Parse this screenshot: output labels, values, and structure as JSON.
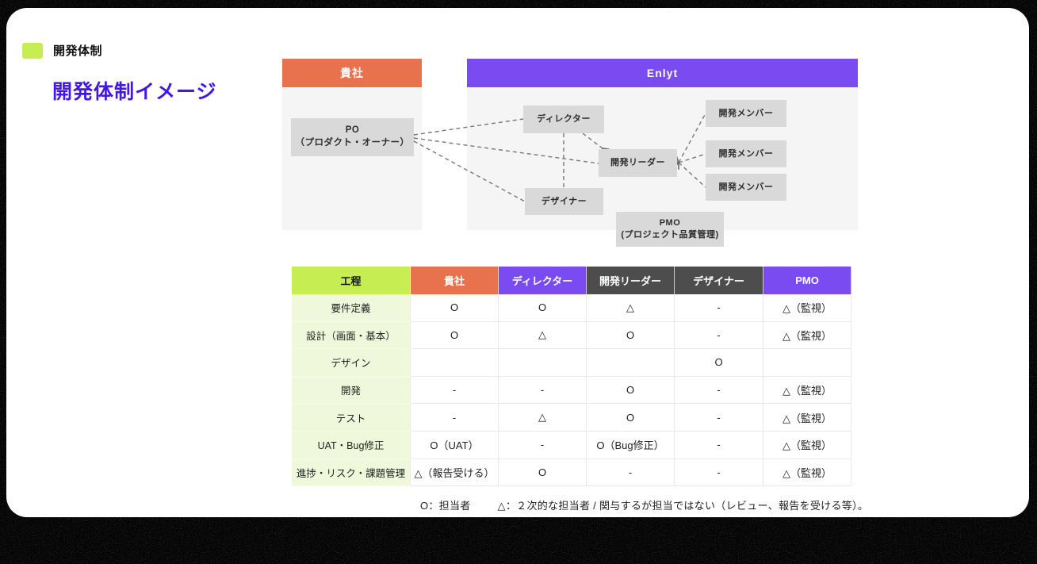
{
  "slide": {
    "eyebrow": "開発体制",
    "title": "開発体制イメージ"
  },
  "diagram": {
    "client_header": "貴社",
    "vendor_header": "Enlyt",
    "po": {
      "line1": "PO",
      "line2": "（プロダクト・オーナー）"
    },
    "director": "ディレクター",
    "dev_leader": "開発リーダー",
    "designer": "デザイナー",
    "dev_member": "開発メンバー",
    "pmo": {
      "line1": "PMO",
      "line2": "(プロジェクト品質管理)"
    }
  },
  "table": {
    "headers": [
      "工程",
      "貴社",
      "ディレクター",
      "開発リーダー",
      "デザイナー",
      "PMO"
    ],
    "header_colors": [
      "#c6ee52",
      "#e8724d",
      "#7a4bf0",
      "#4d4d4d",
      "#4d4d4d",
      "#7a4bf0"
    ],
    "rows": [
      {
        "label": "要件定義",
        "cells": [
          "O",
          "O",
          "△",
          "-",
          "△（監視）"
        ]
      },
      {
        "label": "設計（画面・基本）",
        "cells": [
          "O",
          "△",
          "O",
          "-",
          "△（監視）"
        ]
      },
      {
        "label": "デザイン",
        "cells": [
          "",
          "",
          "",
          "O",
          ""
        ]
      },
      {
        "label": "開発",
        "cells": [
          "-",
          "-",
          "O",
          "-",
          "△（監視）"
        ]
      },
      {
        "label": "テスト",
        "cells": [
          "-",
          "△",
          "O",
          "-",
          "△（監視）"
        ]
      },
      {
        "label": "UAT・Bug修正",
        "cells": [
          "O（UAT）",
          "-",
          "O（Bug修正）",
          "-",
          "△（監視）"
        ]
      },
      {
        "label": "進捗・リスク・課題管理",
        "cells": [
          "△（報告受ける）",
          "O",
          "-",
          "-",
          "△（監視）"
        ]
      }
    ]
  },
  "legend": {
    "circle": "O：担当者",
    "triangle": "△：２次的な担当者 / 関与するが担当ではない（レビュー、報告を受ける等）。"
  },
  "colors": {
    "accent_green": "#c6ee52",
    "row_label_green": "#eff8da",
    "client_orange": "#e8724d",
    "vendor_purple": "#7a4bf0",
    "header_dark_gray": "#4d4d4d",
    "title_purple": "#4318e6",
    "node_gray": "#d9d9d9",
    "panel_gray": "#f5f5f6",
    "background_black": "#050505"
  }
}
